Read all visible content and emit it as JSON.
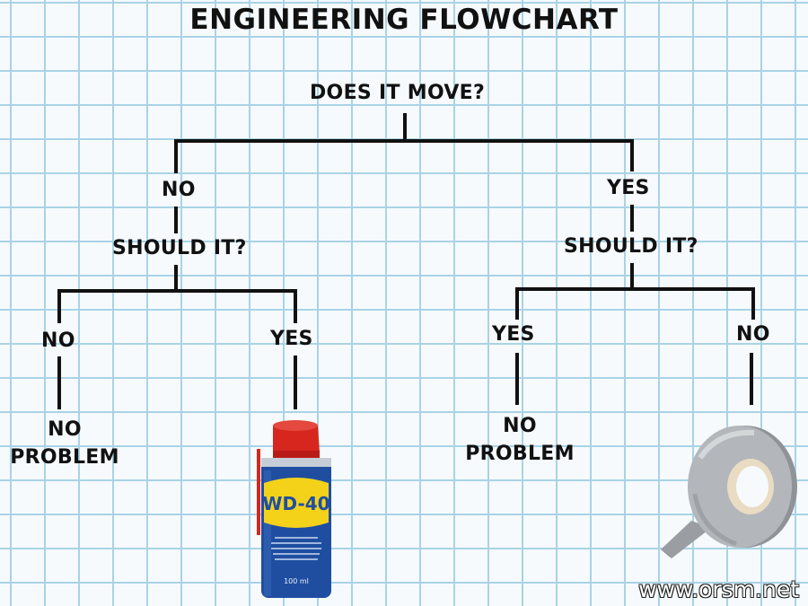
{
  "title": "ENGINEERING FLOWCHART",
  "root_question": "DOES IT MOVE?",
  "left": {
    "answer": "NO",
    "question": "SHOULD IT?",
    "no": {
      "answer": "NO",
      "result": [
        "NO",
        "PROBLEM"
      ]
    },
    "yes": {
      "answer": "YES",
      "result_image": "wd40-can",
      "can_label": "WD-40",
      "can_volume": "100 ml"
    }
  },
  "right": {
    "answer": "YES",
    "question": "SHOULD IT?",
    "yes": {
      "answer": "YES",
      "result": [
        "NO",
        "PROBLEM"
      ]
    },
    "no": {
      "answer": "NO",
      "result_image": "duct-tape-roll"
    }
  },
  "watermark": "www.orsm.net",
  "colors": {
    "grid": "#a9d3e6",
    "paper": "#f6fafc",
    "wd40_blue": "#1f4ea1",
    "wd40_yellow": "#f4d21a",
    "wd40_red": "#d7261e",
    "tape": "#a7abaf"
  }
}
